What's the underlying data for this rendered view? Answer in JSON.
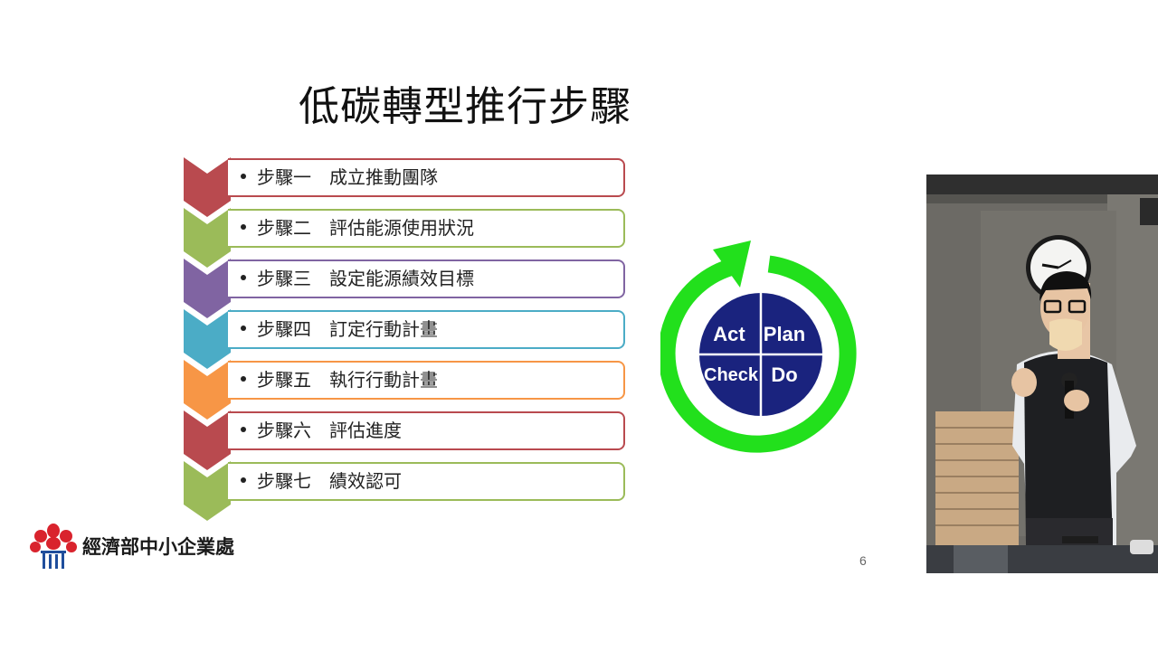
{
  "slide": {
    "title": "低碳轉型推行步驟",
    "page_number": "6"
  },
  "steps": [
    {
      "label": "步驟一　成立推動團隊",
      "color": "#b94a4f"
    },
    {
      "label": "步驟二　評估能源使用狀況",
      "color": "#9bbb59"
    },
    {
      "label": "步驟三　設定能源績效目標",
      "color": "#8064a2"
    },
    {
      "label": "步驟四　訂定行動計畫",
      "color": "#4bacc6"
    },
    {
      "label": "步驟五　執行行動計畫",
      "color": "#f79646"
    },
    {
      "label": "步驟六　評估進度",
      "color": "#b94a4f"
    },
    {
      "label": "步驟七　績效認可",
      "color": "#9bbb59"
    }
  ],
  "pdca": {
    "act": "Act",
    "plan": "Plan",
    "check": "Check",
    "do": "Do",
    "ring_color": "#22e01c",
    "circle_color": "#1a237e"
  },
  "logo": {
    "org_name": "經濟部中小企業處",
    "icon": "plum-blossom-logo-icon",
    "color": "#d9232d"
  },
  "video": {
    "icon": "speaker-video-feed"
  }
}
